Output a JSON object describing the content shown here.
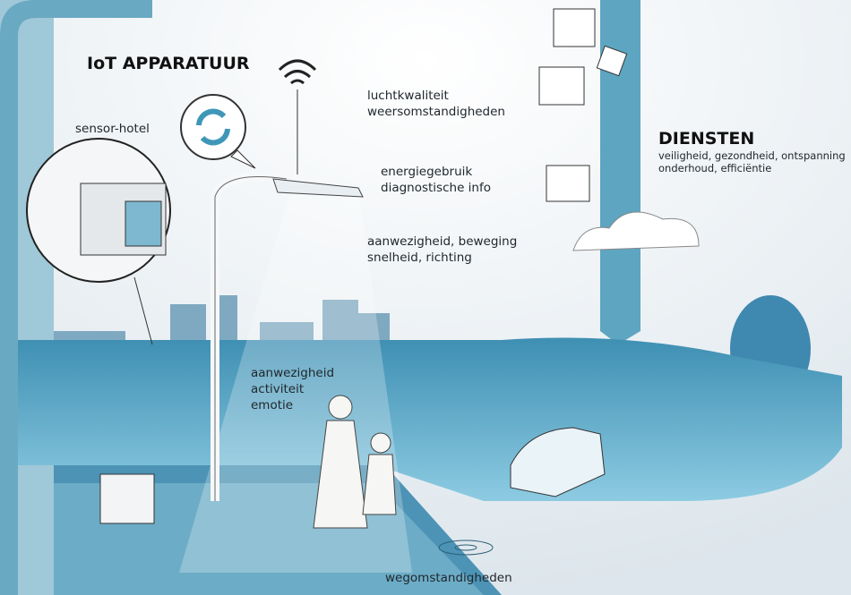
{
  "iot_heading": "IoT APPARATUUR",
  "sensor_hotel": "sensor-hotel",
  "labels": {
    "air": [
      "luchtkwaliteit",
      "weersomstandigheden"
    ],
    "energy": [
      "energiegebruik",
      "diagnostische info"
    ],
    "presence": [
      "aanwezigheid, beweging",
      "snelheid, richting"
    ],
    "people": [
      "aanwezigheid",
      "activiteit",
      "emotie"
    ],
    "road": "wegomstandigheden"
  },
  "services": {
    "heading": "DIENSTEN",
    "lines": [
      "veiligheid, gezondheid, ontspanning",
      "onderhoud, efficiëntie"
    ]
  },
  "colors": {
    "accent": "#4fa3c4",
    "ground": "#5fb0cf",
    "dark": "#2f6f8c"
  }
}
